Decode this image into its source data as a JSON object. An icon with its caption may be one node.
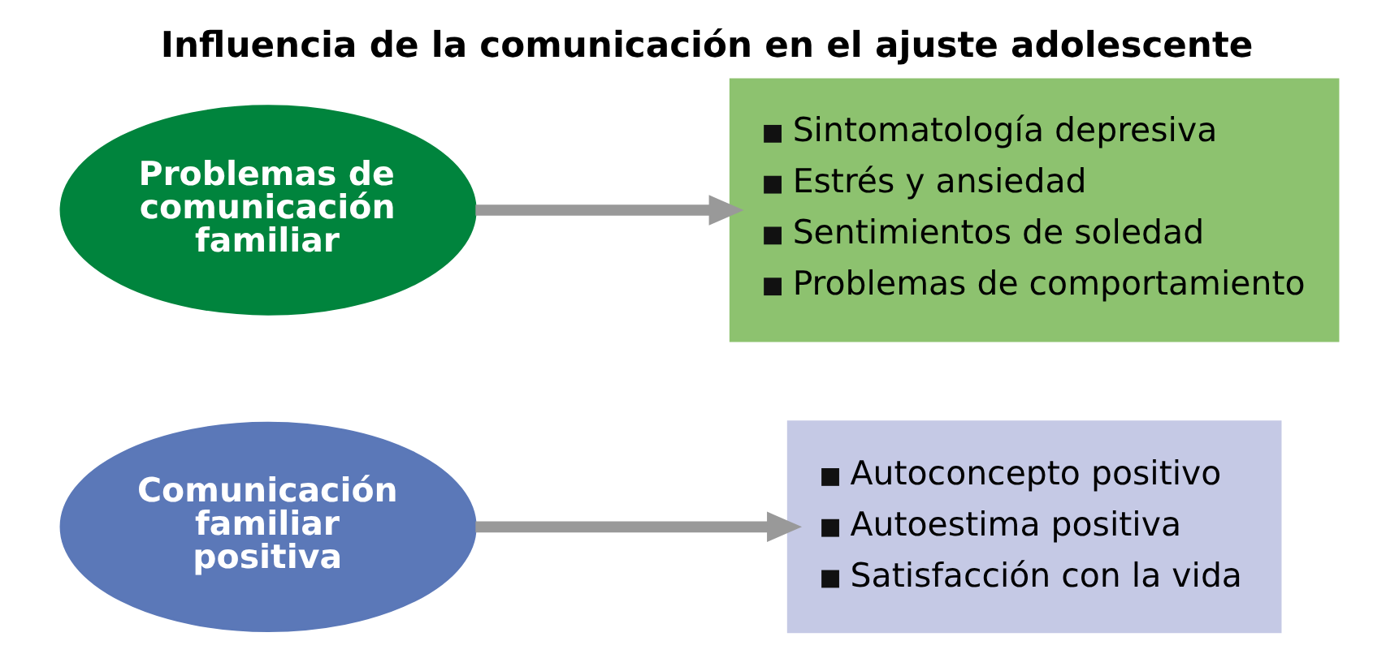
{
  "diagram": {
    "title": "Influencia de la comunicación en el ajuste adolescente",
    "nodes": [
      {
        "text": [
          "Comunicación familiar positiva"
        ]
      },
      {
        "text": [
          "Autoconcepto positivo",
          "Autoestima positiva",
          "Satisfacción con la vida"
        ]
      },
      {
        "text": [
          "Problemas de comunicación familiar"
        ]
      },
      {
        "text": [
          "Sintomatología depresiva",
          "Estrés y ansiedad",
          "Sentimientos de soledad",
          "Problemas de comportamiento"
        ]
      }
    ],
    "edges": [
      {
        "from": 0,
        "to": 1,
        "arrow": "to"
      },
      {
        "from": 2,
        "to": 3,
        "arrow": "to"
      }
    ]
  }
}
